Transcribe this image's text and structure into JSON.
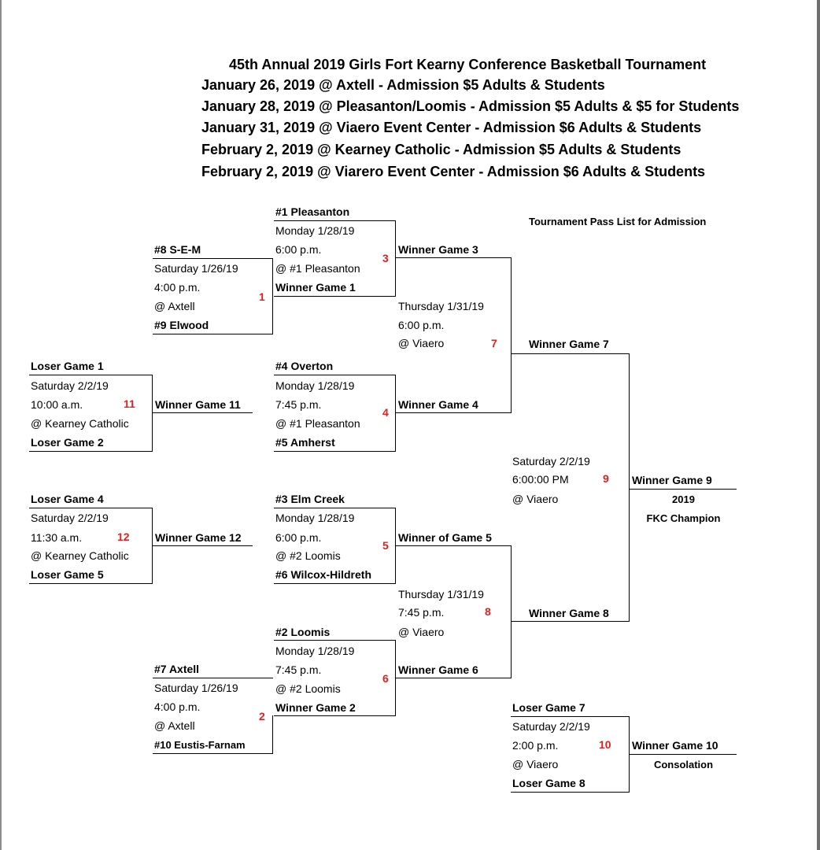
{
  "header": {
    "title": "45th Annual 2019 Girls Fort Kearny Conference Basketball Tournament",
    "lines": [
      "January 26, 2019 @ Axtell - Admission $5 Adults & Students",
      "January 28, 2019 @ Pleasanton/Loomis - Admission $5 Adults & $5 for Students",
      "January 31, 2019 @ Viaero Event Center - Admission $6 Adults & Students",
      "February 2, 2019 @ Kearney Catholic - Admission $5 Adults & Students",
      "February 2, 2019 @ Viarero Event Center - Admission $6 Adults & Students"
    ],
    "pass_list": "Tournament Pass List for Admission"
  },
  "games": {
    "g1": {
      "top": "#8 S-E-M",
      "date": "Saturday 1/26/19",
      "time": "4:00 p.m.",
      "site": "@ Axtell",
      "bottom": "#9 Elwood",
      "num": "1"
    },
    "g2": {
      "top": "#7 Axtell",
      "date": "Saturday 1/26/19",
      "time": "4:00 p.m.",
      "site": "@ Axtell",
      "bottom": "#10 Eustis-Farnam",
      "num": "2"
    },
    "g3": {
      "top": "#1 Pleasanton",
      "date": "Monday 1/28/19",
      "time": "6:00 p.m.",
      "site": "@ #1 Pleasanton",
      "bottom": "Winner Game 1",
      "num": "3",
      "winner": "Winner Game 3"
    },
    "g4": {
      "top": "#4 Overton",
      "date": "Monday 1/28/19",
      "time": "7:45 p.m.",
      "site": "@ #1 Pleasanton",
      "bottom": "#5 Amherst",
      "num": "4",
      "winner": "Winner Game 4"
    },
    "g5": {
      "top": "#3 Elm Creek",
      "date": "Monday 1/28/19",
      "time": "6:00 p.m.",
      "site": "@ #2 Loomis",
      "bottom": "#6 Wilcox-Hildreth",
      "num": "5",
      "winner": "Winner of Game 5"
    },
    "g6": {
      "top": "#2 Loomis",
      "date": "Monday 1/28/19",
      "time": "7:45 p.m.",
      "site": "@ #2 Loomis",
      "bottom": "Winner Game 2",
      "num": "6",
      "winner": "Winner Game 6"
    },
    "g7": {
      "date": "Thursday 1/31/19",
      "time": "6:00 p.m.",
      "site": "@ Viaero",
      "num": "7",
      "winner": "Winner Game 7"
    },
    "g8": {
      "date": "Thursday 1/31/19",
      "time": "7:45 p.m.",
      "site": "@ Viaero",
      "num": "8",
      "winner": "Winner Game 8"
    },
    "g9": {
      "date": "Saturday 2/2/19",
      "time": "6:00:00 PM",
      "site": "@ Viaero",
      "num": "9",
      "winner": "Winner Game 9",
      "sub1": "2019",
      "sub2": "FKC Champion"
    },
    "g10": {
      "top": "Loser Game 7",
      "date": "Saturday 2/2/19",
      "time": "2:00 p.m.",
      "site": "@ Viaero",
      "bottom": "Loser Game 8",
      "num": "10",
      "winner": "Winner Game 10",
      "sub1": "Consolation"
    },
    "g11": {
      "top": "Loser Game 1",
      "date": "Saturday 2/2/19",
      "time": "10:00 a.m.",
      "site": "@ Kearney Catholic",
      "bottom": "Loser Game 2",
      "num": "11",
      "winner": "Winner Game 11"
    },
    "g12": {
      "top": "Loser Game 4",
      "date": "Saturday 2/2/19",
      "time": "11:30 a.m.",
      "site": "@ Kearney Catholic",
      "bottom": "Loser Game 5",
      "num": "12",
      "winner": "Winner Game 12"
    }
  }
}
